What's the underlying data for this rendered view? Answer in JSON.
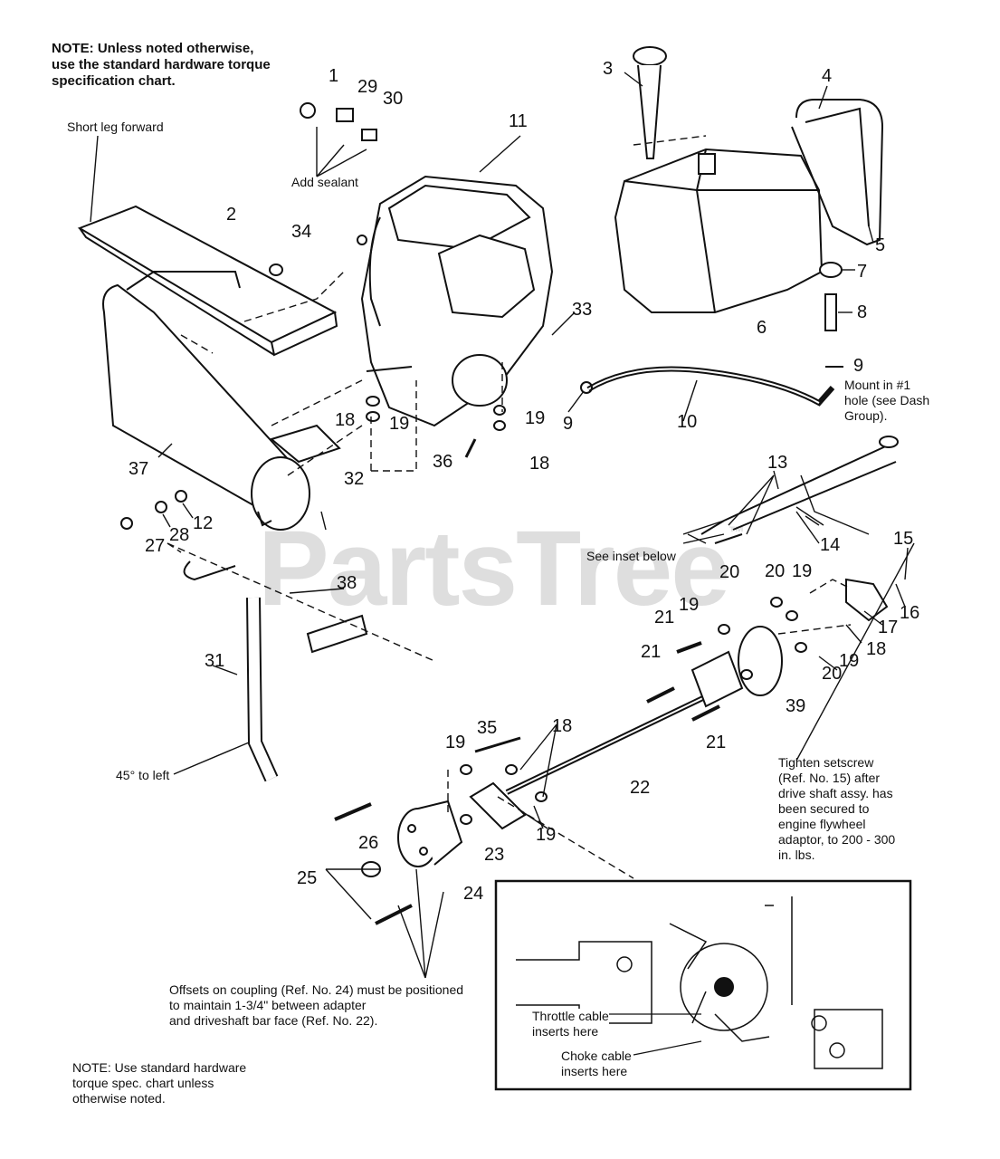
{
  "notes": {
    "top_note": [
      "NOTE: Unless noted otherwise,",
      "use the standard hardware torque",
      "specification chart."
    ],
    "bottom_note": [
      "NOTE: Use standard hardware",
      "torque spec. chart unless",
      "otherwise noted."
    ],
    "short_leg": "Short leg forward",
    "add_sealant": "Add sealant",
    "mount_note": [
      "Mount in #1",
      "hole (see Dash",
      "Group)."
    ],
    "see_inset": "See inset below",
    "tighten_note": [
      "Tighten setscrew",
      "(Ref. No. 15) after",
      "drive shaft assy. has",
      "been secured to",
      "engine flywheel",
      "adaptor, to 200 - 300",
      "in. lbs."
    ],
    "offset_note": [
      "Offsets on coupling (Ref. No. 24) must be positioned",
      "to maintain 1-3/4\" between adapter",
      "and driveshaft bar face (Ref. No. 22)."
    ],
    "angle_note": "45° to left",
    "throttle_note": [
      "Throttle cable",
      "inserts here"
    ],
    "choke_note": [
      "Choke cable",
      "inserts here"
    ]
  },
  "watermark": {
    "text": "PartsTree",
    "mark": "™"
  },
  "part_numbers": [
    "1",
    "2",
    "3",
    "4",
    "5",
    "6",
    "7",
    "8",
    "9",
    "10",
    "11",
    "12",
    "13",
    "14",
    "15",
    "16",
    "17",
    "18",
    "19",
    "20",
    "21",
    "22",
    "23",
    "24",
    "25",
    "26",
    "27",
    "28",
    "29",
    "30",
    "31",
    "32",
    "33",
    "34",
    "35",
    "36",
    "37",
    "38",
    "39"
  ]
}
